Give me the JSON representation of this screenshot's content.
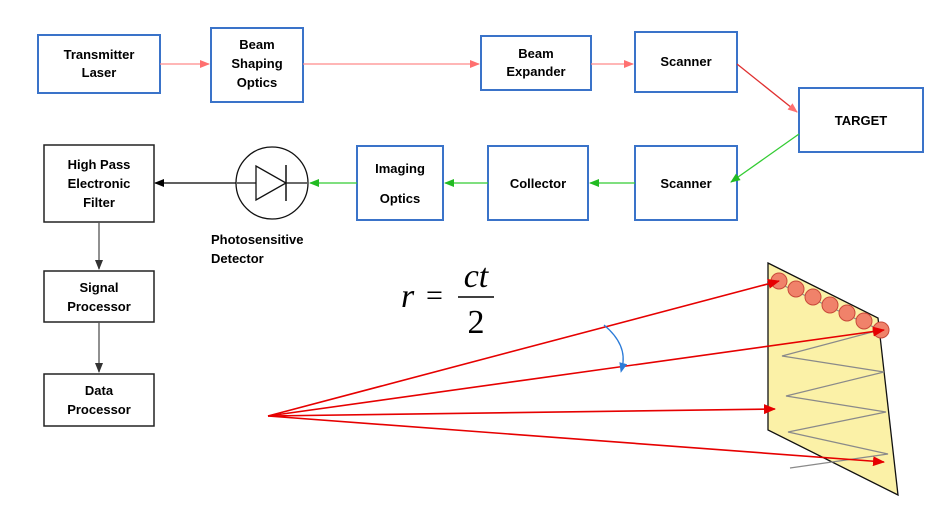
{
  "colors": {
    "box_blue": "#3a73c9",
    "box_black": "#222222",
    "beam_out": "#ff8a8a",
    "beam_return": "#33cc33",
    "signal": "#000000",
    "scan_ray": "#e60000",
    "target_panel": "#fbf1a7",
    "spot_fill": "#f0826a",
    "angle_arc": "#2b7bd8"
  },
  "blocks": {
    "transmitter_laser": [
      "Transmitter",
      "Laser"
    ],
    "beam_shaping_optics": [
      "Beam",
      "Shaping",
      "Optics"
    ],
    "beam_expander": [
      "Beam",
      "Expander"
    ],
    "scanner_top": [
      "Scanner"
    ],
    "target": [
      "TARGET"
    ],
    "scanner_bottom": [
      "Scanner"
    ],
    "collector": [
      "Collector"
    ],
    "imaging_optics": [
      "Imaging",
      "Optics"
    ],
    "high_pass_filter": [
      "High Pass",
      "Electronic",
      "Filter"
    ],
    "signal_processor": [
      "Signal",
      "Processor"
    ],
    "data_processor": [
      "Data",
      "Processor"
    ]
  },
  "detector_label": [
    "Photosensitive",
    "Detector"
  ],
  "equation": {
    "lhs": "r",
    "equals": "=",
    "numerator": "ct",
    "denominator": "2"
  }
}
